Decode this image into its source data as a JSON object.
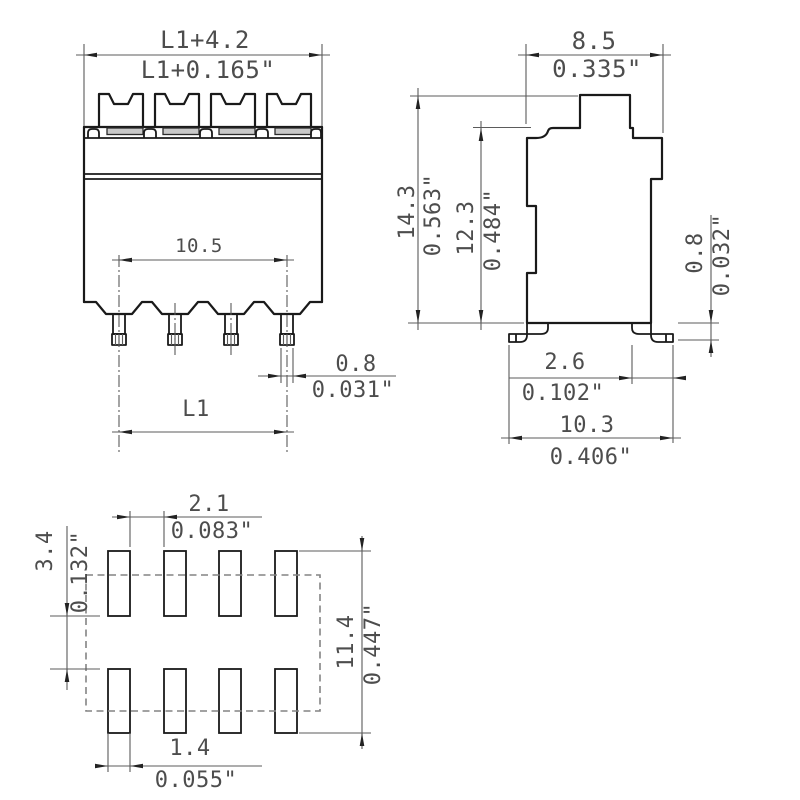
{
  "front": {
    "overall_mm": "L1+4.2",
    "overall_in": "L1+0.165\"",
    "pin_span_mm": "10.5",
    "pin_width_mm": "0.8",
    "pin_width_in": "0.031\"",
    "length_label": "L1"
  },
  "side": {
    "depth_mm": "8.5",
    "depth_in": "0.335\"",
    "total_height_mm": "14.3",
    "total_height_in": "0.563\"",
    "body_height_mm": "12.3",
    "body_height_in": "0.484\"",
    "lead_mm": "0.8",
    "lead_in": "0.032\"",
    "foot_mm": "2.6",
    "foot_in": "0.102\"",
    "foot_span_mm": "10.3",
    "foot_span_in": "0.406\""
  },
  "footprint": {
    "pad_gap_mm": "2.1",
    "pad_gap_in": "0.083\"",
    "row_gap_mm": "3.4",
    "row_gap_in": "0.132\"",
    "pad_span_mm": "11.4",
    "pad_span_in": "0.447\"",
    "pad_width_mm": "1.4",
    "pad_width_in": "0.055\""
  },
  "colors": {
    "outline": "#1a1a1a",
    "dimension": "#5b5b5b",
    "text": "#4d4d4d",
    "clamp_fill": "#c9c9c9",
    "dashed_outline": "#848484"
  }
}
